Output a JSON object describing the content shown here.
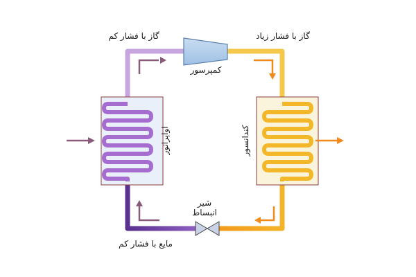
{
  "labels": {
    "low_pressure_gas": "گاز با فشار کم",
    "high_pressure_gas": "گاز با فشار زیاد",
    "compressor": "کمپرسور",
    "evaporator": "اواپراتور",
    "condenser": "کندانسور",
    "expansion_valve_line1": "شیر",
    "expansion_valve_line2": "انبساط",
    "low_pressure_liquid": "مایع با فشار کم"
  },
  "colors": {
    "low_gas_pipe": "#c7a6e0",
    "evaporator_coil": "#a56dd0",
    "liquid_pipe": "#6a3f9a",
    "high_gas_pipe": "#f4c84a",
    "condenser_coil": "#f2b82a",
    "valve_to_condenser_pipe": "#f29b1a",
    "heat_in_arrow": "#8a5a7a",
    "heat_out_arrow": "#f08a1a",
    "flow_arrow_purple": "#8a5a7a",
    "flow_arrow_orange": "#f08a1a"
  }
}
